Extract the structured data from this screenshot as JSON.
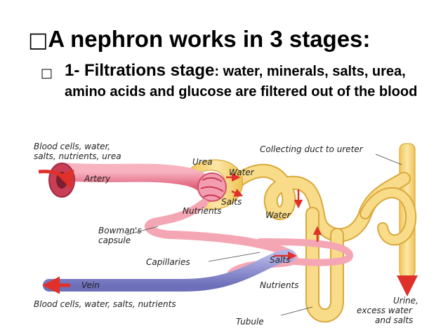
{
  "slide": {
    "bullet_main": "□",
    "title": "A nephron works in 3 stages:",
    "bullet_sub": "□",
    "stage_lead": "1- Filtrations stage",
    "stage_text": ": water, minerals, salts, urea, amino acids and glucose are filtered out of the blood"
  },
  "diagram": {
    "labels": {
      "blood_in_1": "Blood cells, water,",
      "blood_in_2": "salts, nutrients, urea",
      "artery": "Artery",
      "urea": "Urea",
      "water_top": "Water",
      "salts_top": "Salts",
      "nutrients_top": "Nutrients",
      "water_mid": "Water",
      "collecting_duct": "Collecting duct to ureter",
      "bowmans_1": "Bowman's",
      "bowmans_2": "capsule",
      "capillaries": "Capillaries",
      "salts_bottom": "Salts",
      "vein": "Vein",
      "nutrients_bottom": "Nutrients",
      "blood_out": "Blood cells, water, salts, nutrients",
      "tubule": "Tubule",
      "urine_1": "Urine,",
      "urine_2": "excess water",
      "urine_3": "and salts"
    },
    "colors": {
      "tubule_fill": "#f6d77a",
      "tubule_edge": "#d9a93c",
      "artery": "#e8627a",
      "artery_light": "#f4a6b4",
      "vein": "#7d7fc6",
      "arrow_red": "#e0302a"
    }
  }
}
